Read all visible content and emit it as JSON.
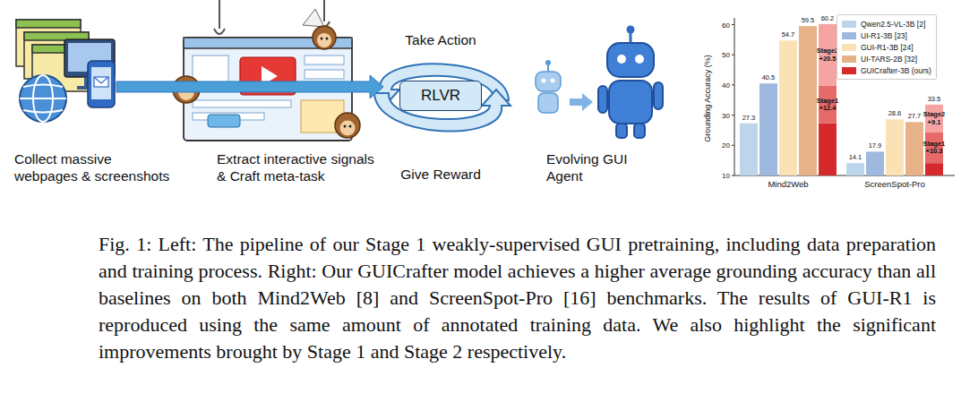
{
  "diagram": {
    "caption": "Fig. 1: Left: The pipeline of our Stage 1 weakly-supervised GUI pretraining, including data preparation and training process. Right: Our GUICrafter model achieves a higher average grounding accuracy than all baselines on both Mind2Web [8] and ScreenSpot-Pro [16] benchmarks. The results of GUI-R1 is reproduced using the same amount of annotated training data. We also highlight the significant improvements brought by Stage 1 and Stage 2 respectively.",
    "nodes": [
      {
        "text": [
          "Collect massive webpages & screenshots"
        ]
      },
      {
        "text": [
          "Extract interactive signals & Craft meta-task"
        ]
      },
      {
        "text": [
          "RLVR"
        ]
      },
      {
        "text": [
          "Evolving GUI Agent"
        ]
      }
    ],
    "edges": [
      {
        "from": 0,
        "to": 1,
        "arrow": "to"
      }
    ],
    "labels": [
      "Take Action",
      "Give Reward",
      "60",
      "50",
      "40",
      "30",
      "20",
      "10",
      "Grounding Accuracy (%)",
      "27.3",
      "40.5",
      "54.7",
      "59.5",
      "60.2",
      "Stage2 +20.5",
      "Stage1 +12.4",
      "14.1",
      "17.9",
      "28.6",
      "27.7",
      "33.5",
      "Stage2 +9.1",
      "Stage1 +10.3",
      "Mind2Web",
      "ScreenSpot-Pro"
    ],
    "legend": [
      {
        "text": "Qwen2.5-VL-3B [2]",
        "color": "#bcd5ea"
      },
      {
        "text": "UI-R1-3B [23]",
        "color": "#9fb8de"
      },
      {
        "text": "GUI-R1-3B [24]",
        "color": "#fbe2b4"
      },
      {
        "text": "UI-TARS-2B [32]",
        "color": "#e7b287"
      },
      {
        "text": "GUICrafter-3B (ours)",
        "color": "#d42a2c"
      }
    ]
  }
}
